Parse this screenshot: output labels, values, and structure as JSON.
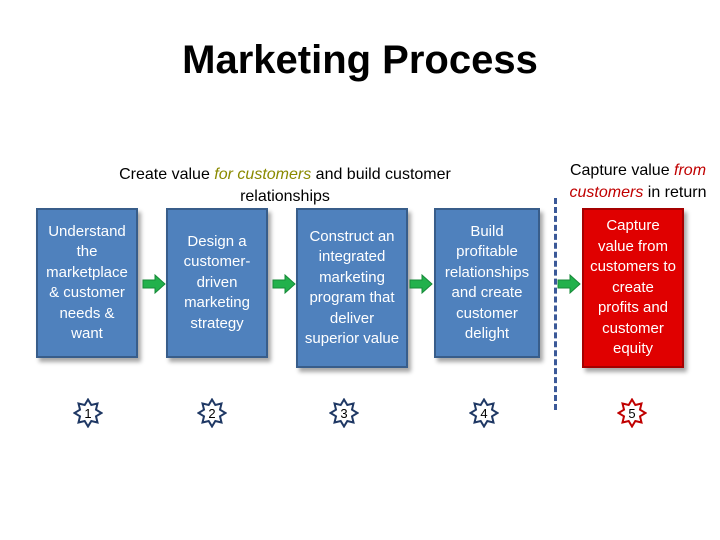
{
  "title": "Marketing Process",
  "subtitle_left": {
    "part1": "Create value ",
    "part2": "for customers",
    "part3": " and build customer relationships"
  },
  "subtitle_right": {
    "part1": "Capture value ",
    "part2": "from customers",
    "part3": " in return"
  },
  "steps": [
    {
      "text": "Understand the marketplace & customer needs & want",
      "number": "1"
    },
    {
      "text": "Design a customer-driven marketing strategy",
      "number": "2"
    },
    {
      "text": "Construct an integrated marketing program that deliver superior value",
      "number": "3"
    },
    {
      "text": "Build profitable relationships and create customer delight",
      "number": "4"
    },
    {
      "text": "Capture value from customers to create profits and customer equity",
      "number": "5"
    }
  ],
  "colors": {
    "box_blue": "#4f81bd",
    "box_red": "#e00000",
    "arrow_green": "#22b14c",
    "badge_dark": "#1f3864",
    "badge_red": "#c00000",
    "accent_olive": "#8a8a00"
  }
}
